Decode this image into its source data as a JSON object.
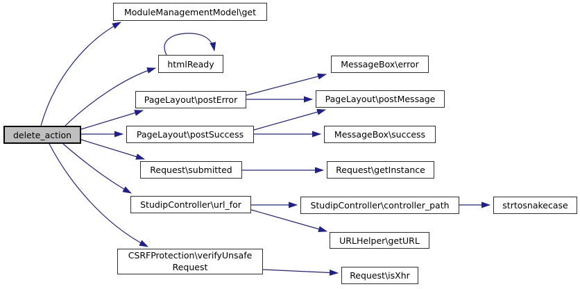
{
  "diagram": {
    "type": "call-graph",
    "edge_color": "#20208d",
    "node_fill": "#ffffff",
    "node_border": "#2d2d2d",
    "highlight_fill": "#bfbfbf",
    "nodes": [
      {
        "id": "delete_action",
        "label": "delete_action",
        "highlighted": true
      },
      {
        "id": "mmm_get",
        "label": "ModuleManagementModel\\get",
        "highlighted": false
      },
      {
        "id": "htmlReady",
        "label": "htmlReady",
        "highlighted": false
      },
      {
        "id": "postError",
        "label": "PageLayout\\postError",
        "highlighted": false
      },
      {
        "id": "postSuccess",
        "label": "PageLayout\\postSuccess",
        "highlighted": false
      },
      {
        "id": "submitted",
        "label": "Request\\submitted",
        "highlighted": false
      },
      {
        "id": "url_for",
        "label": "StudipController\\url_for",
        "highlighted": false
      },
      {
        "id": "verifyUnsafeRequest",
        "label": "CSRFProtection\\verifyUnsafe\nRequest",
        "highlighted": false
      },
      {
        "id": "msg_error",
        "label": "MessageBox\\error",
        "highlighted": false
      },
      {
        "id": "postMessage",
        "label": "PageLayout\\postMessage",
        "highlighted": false
      },
      {
        "id": "msg_success",
        "label": "MessageBox\\success",
        "highlighted": false
      },
      {
        "id": "getInstance",
        "label": "Request\\getInstance",
        "highlighted": false
      },
      {
        "id": "controller_path",
        "label": "StudipController\\controller_path",
        "highlighted": false
      },
      {
        "id": "strtosnakecase",
        "label": "strtosnakecase",
        "highlighted": false
      },
      {
        "id": "getURL",
        "label": "URLHelper\\getURL",
        "highlighted": false
      },
      {
        "id": "isXhr",
        "label": "Request\\isXhr",
        "highlighted": false
      }
    ],
    "edges": [
      {
        "from": "delete_action",
        "to": "ModuleManagementModel\\get"
      },
      {
        "from": "delete_action",
        "to": "htmlReady"
      },
      {
        "from": "delete_action",
        "to": "PageLayout\\postError"
      },
      {
        "from": "delete_action",
        "to": "PageLayout\\postSuccess"
      },
      {
        "from": "delete_action",
        "to": "Request\\submitted"
      },
      {
        "from": "delete_action",
        "to": "StudipController\\url_for"
      },
      {
        "from": "delete_action",
        "to": "CSRFProtection\\verifyUnsafeRequest"
      },
      {
        "from": "htmlReady",
        "to": "htmlReady"
      },
      {
        "from": "PageLayout\\postError",
        "to": "MessageBox\\error"
      },
      {
        "from": "PageLayout\\postError",
        "to": "PageLayout\\postMessage"
      },
      {
        "from": "PageLayout\\postSuccess",
        "to": "PageLayout\\postMessage"
      },
      {
        "from": "PageLayout\\postSuccess",
        "to": "MessageBox\\success"
      },
      {
        "from": "Request\\submitted",
        "to": "Request\\getInstance"
      },
      {
        "from": "StudipController\\url_for",
        "to": "StudipController\\controller_path"
      },
      {
        "from": "StudipController\\url_for",
        "to": "URLHelper\\getURL"
      },
      {
        "from": "StudipController\\controller_path",
        "to": "strtosnakecase"
      },
      {
        "from": "CSRFProtection\\verifyUnsafeRequest",
        "to": "Request\\isXhr"
      }
    ]
  }
}
